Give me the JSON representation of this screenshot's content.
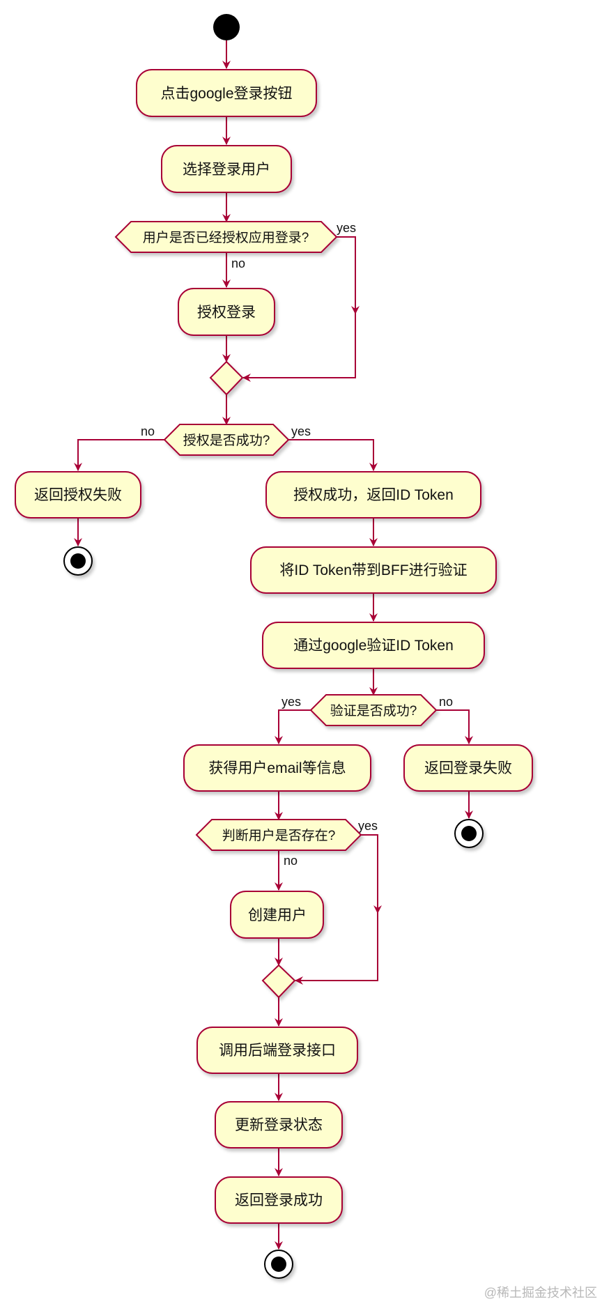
{
  "colors": {
    "node_fill": "#FEFECE",
    "node_border": "#A80036",
    "arrow": "#A80036",
    "start_fill": "#000000"
  },
  "actions": {
    "click_google": "点击google登录按钮",
    "choose_user": "选择登录用户",
    "authorize_login": "授权登录",
    "return_auth_fail": "返回授权失败",
    "auth_success": "授权成功，返回ID Token",
    "send_token_bff": "将ID Token带到BFF进行验证",
    "verify_google": "通过google验证ID Token",
    "get_user_info": "获得用户email等信息",
    "return_login_fail": "返回登录失败",
    "create_user": "创建用户",
    "call_backend": "调用后端登录接口",
    "update_state": "更新登录状态",
    "return_login_success": "返回登录成功"
  },
  "decisions": {
    "authorized_before": "用户是否已经授权应用登录?",
    "auth_success_q": "授权是否成功?",
    "verify_success_q": "验证是否成功?",
    "user_exists_q": "判断用户是否存在?"
  },
  "labels": {
    "yes": "yes",
    "no": "no"
  },
  "watermark": "@稀土掘金技术社区"
}
